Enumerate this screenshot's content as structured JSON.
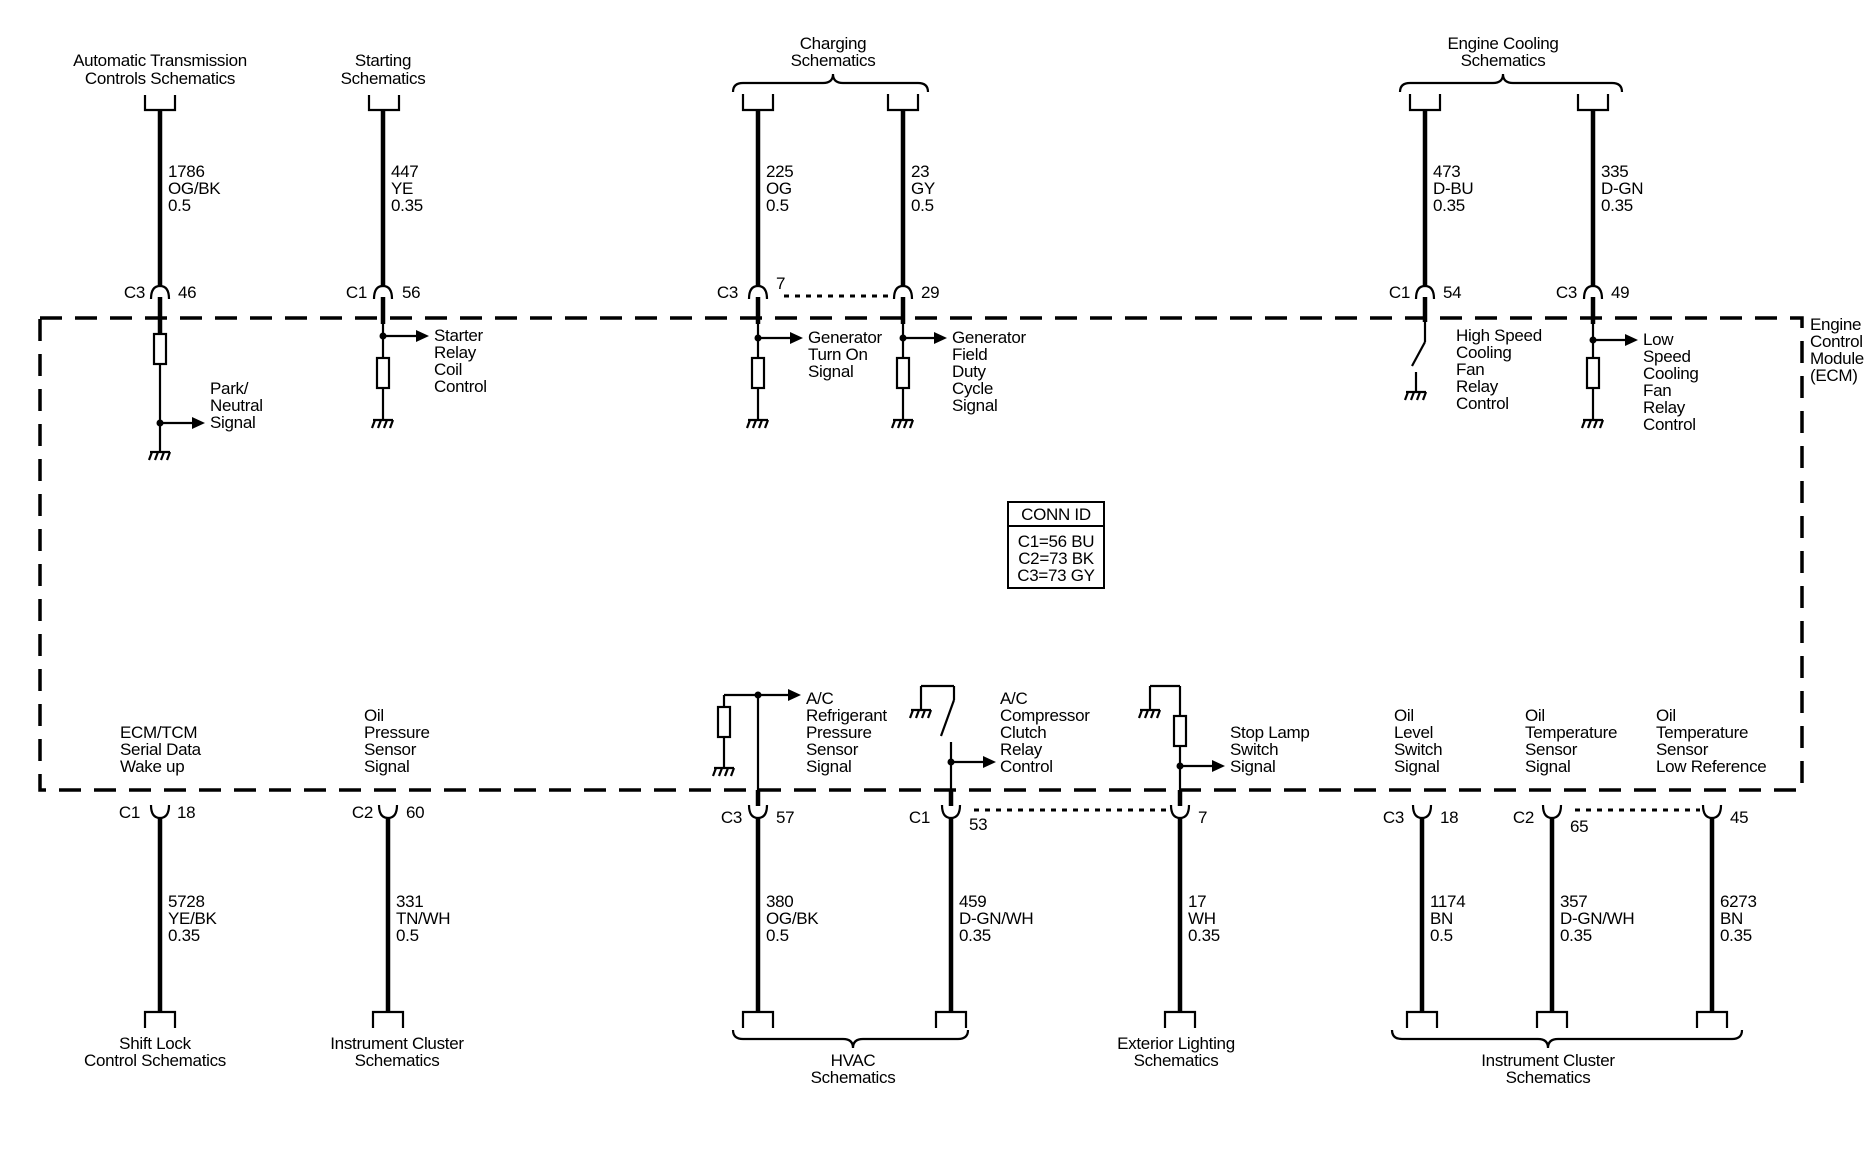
{
  "ecm_label": [
    "Engine",
    "Control",
    "Module",
    "(ECM)"
  ],
  "conn_id": {
    "title": "CONN ID",
    "rows": [
      "C1=56 BU",
      "C2=73 BK",
      "C3=73 GY"
    ]
  },
  "top_groups": [
    {
      "lines": [
        "Automatic Transmission",
        "Controls Schematics"
      ]
    },
    {
      "lines": [
        "Starting",
        "Schematics"
      ]
    },
    {
      "lines": [
        "Charging",
        "Schematics"
      ]
    },
    {
      "lines": [
        "Engine Cooling",
        "Schematics"
      ]
    }
  ],
  "bottom_groups": [
    {
      "lines": [
        "Shift Lock",
        "Control Schematics"
      ]
    },
    {
      "lines": [
        "Instrument Cluster",
        "Schematics"
      ]
    },
    {
      "lines": [
        "HVAC",
        "Schematics"
      ]
    },
    {
      "lines": [
        "Exterior Lighting",
        "Schematics"
      ]
    },
    {
      "lines": [
        "Instrument Cluster",
        "Schematics"
      ]
    }
  ],
  "top_circuits": [
    {
      "circuit": "1786",
      "color": "OG/BK",
      "gauge": "0.5",
      "connector": "C3",
      "pin": "46",
      "signal": [
        "Park/",
        "Neutral",
        "Signal"
      ]
    },
    {
      "circuit": "447",
      "color": "YE",
      "gauge": "0.35",
      "connector": "C1",
      "pin": "56",
      "signal": [
        "Starter",
        "Relay",
        "Coil",
        "Control"
      ]
    },
    {
      "circuit": "225",
      "color": "OG",
      "gauge": "0.5",
      "connector": "C3",
      "pin": "7",
      "signal": [
        "Generator",
        "Turn On",
        "Signal"
      ]
    },
    {
      "circuit": "23",
      "color": "GY",
      "gauge": "0.5",
      "connector": "",
      "pin": "29",
      "signal": [
        "Generator",
        "Field",
        "Duty",
        "Cycle",
        "Signal"
      ]
    },
    {
      "circuit": "473",
      "color": "D-BU",
      "gauge": "0.35",
      "connector": "C1",
      "pin": "54",
      "signal": [
        "High Speed",
        "Cooling",
        "Fan",
        "Relay",
        "Control"
      ]
    },
    {
      "circuit": "335",
      "color": "D-GN",
      "gauge": "0.35",
      "connector": "C3",
      "pin": "49",
      "signal": [
        "Low",
        "Speed",
        "Cooling",
        "Fan",
        "Relay",
        "Control"
      ]
    }
  ],
  "bottom_circuits": [
    {
      "circuit": "5728",
      "color": "YE/BK",
      "gauge": "0.35",
      "connector": "C1",
      "pin": "18",
      "signal": [
        "ECM/TCM",
        "Serial Data",
        "Wake up"
      ]
    },
    {
      "circuit": "331",
      "color": "TN/WH",
      "gauge": "0.5",
      "connector": "C2",
      "pin": "60",
      "signal": [
        "Oil",
        "Pressure",
        "Sensor",
        "Signal"
      ]
    },
    {
      "circuit": "380",
      "color": "OG/BK",
      "gauge": "0.5",
      "connector": "C3",
      "pin": "57",
      "signal": [
        "A/C",
        "Refrigerant",
        "Pressure",
        "Sensor",
        "Signal"
      ]
    },
    {
      "circuit": "459",
      "color": "D-GN/WH",
      "gauge": "0.35",
      "connector": "C1",
      "pin": "53",
      "signal": [
        "A/C",
        "Compressor",
        "Clutch",
        "Relay",
        "Control"
      ]
    },
    {
      "circuit": "17",
      "color": "WH",
      "gauge": "0.35",
      "connector": "",
      "pin": "7",
      "signal": [
        "Stop Lamp",
        "Switch",
        "Signal"
      ]
    },
    {
      "circuit": "1174",
      "color": "BN",
      "gauge": "0.5",
      "connector": "C3",
      "pin": "18",
      "signal": [
        "Oil",
        "Level",
        "Switch",
        "Signal"
      ]
    },
    {
      "circuit": "357",
      "color": "D-GN/WH",
      "gauge": "0.35",
      "connector": "C2",
      "pin": "65",
      "signal": [
        "Oil",
        "Temperature",
        "Sensor",
        "Signal"
      ]
    },
    {
      "circuit": "6273",
      "color": "BN",
      "gauge": "0.35",
      "connector": "",
      "pin": "45",
      "signal": [
        "Oil",
        "Temperature",
        "Sensor",
        "Low Reference"
      ]
    }
  ]
}
